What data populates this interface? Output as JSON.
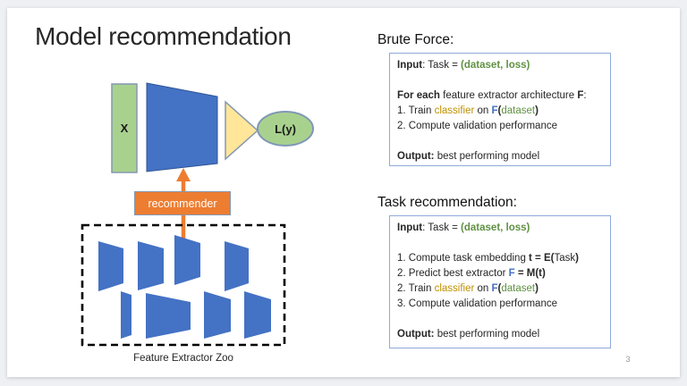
{
  "slide": {
    "title": "Model recommendation",
    "page_number": "3"
  },
  "colors": {
    "shape_blue": "#4472c4",
    "shape_green": "#a9d18e",
    "shape_yellow": "#ffe699",
    "shape_orange": "#ed7d31",
    "outline_bluegray": "#8497b0",
    "box_border_blue": "#8faadc",
    "text_green": "#5f9141",
    "text_gold": "#bf9000",
    "text_blue": "#4472c4"
  },
  "diagram": {
    "input_label": "X",
    "loss_label": "L(y)",
    "recommender_label": "recommender",
    "zoo_caption": "Feature Extractor Zoo"
  },
  "algorithms": [
    {
      "heading": "Brute Force:",
      "lines": [
        [
          {
            "t": "Input",
            "c": "b"
          },
          {
            "t": ":  Task = "
          },
          {
            "t": "(dataset, loss)",
            "c": "green b"
          }
        ],
        [],
        [
          {
            "t": "For each",
            "c": "b"
          },
          {
            "t": " feature extractor architecture "
          },
          {
            "t": "F",
            "c": "b"
          },
          {
            "t": ":"
          }
        ],
        [
          {
            "t": "1. Train "
          },
          {
            "t": "classifier",
            "c": "gold"
          },
          {
            "t": " on "
          },
          {
            "t": "F",
            "c": "blue b"
          },
          {
            "t": "(",
            "c": "b"
          },
          {
            "t": "dataset",
            "c": "green"
          },
          {
            "t": ")",
            "c": "b"
          }
        ],
        [
          {
            "t": "2. Compute validation performance"
          }
        ],
        [],
        [
          {
            "t": "Output:",
            "c": "b"
          },
          {
            "t": " best performing model"
          }
        ]
      ]
    },
    {
      "heading": "Task recommendation:",
      "lines": [
        [
          {
            "t": "Input",
            "c": "b"
          },
          {
            "t": ":  Task = "
          },
          {
            "t": "(dataset, loss)",
            "c": "green b"
          }
        ],
        [],
        [
          {
            "t": "1. Compute task embedding "
          },
          {
            "t": "t = E(",
            "c": "b"
          },
          {
            "t": "Task"
          },
          {
            "t": ")",
            "c": "b"
          }
        ],
        [
          {
            "t": "2. Predict best extractor "
          },
          {
            "t": "F",
            "c": "blue b"
          },
          {
            "t": " = M(t)",
            "c": "b"
          }
        ],
        [
          {
            "t": "2. Train "
          },
          {
            "t": "classifier",
            "c": "gold"
          },
          {
            "t": " on "
          },
          {
            "t": "F",
            "c": "blue b"
          },
          {
            "t": "(",
            "c": "b"
          },
          {
            "t": "dataset",
            "c": "green"
          },
          {
            "t": ")",
            "c": "b"
          }
        ],
        [
          {
            "t": "3. Compute validation performance"
          }
        ],
        [],
        [
          {
            "t": "Output:",
            "c": "b"
          },
          {
            "t": " best performing model"
          }
        ]
      ]
    }
  ]
}
